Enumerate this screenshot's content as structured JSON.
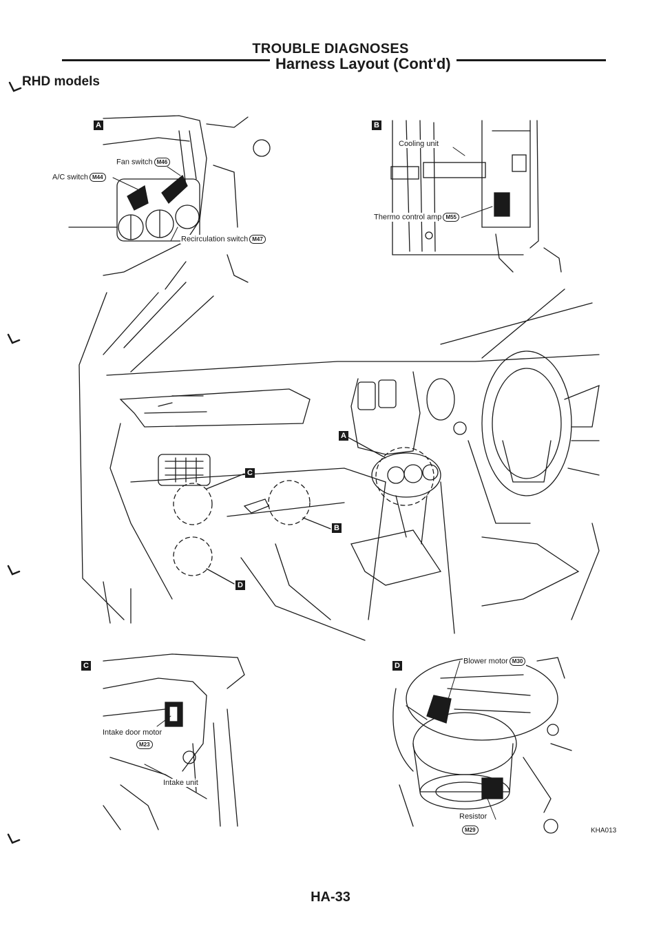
{
  "header": {
    "title": "TROUBLE DIAGNOSES",
    "subtitle": "Harness Layout (Cont'd)"
  },
  "section_label": "RHD models",
  "keys": {
    "a": "A",
    "b": "B",
    "c": "C",
    "d": "D"
  },
  "panel_a": {
    "fan_switch": "Fan switch",
    "fan_switch_conn": "M46",
    "ac_switch": "A/C switch",
    "ac_switch_conn": "M44",
    "recirc_switch": "Recirculation switch",
    "recirc_switch_conn": "M47"
  },
  "panel_b": {
    "cooling_unit": "Cooling unit",
    "thermo_amp": "Thermo control amp",
    "thermo_amp_conn": "M55"
  },
  "panel_c": {
    "intake_door_motor": "Intake door motor",
    "intake_door_motor_conn": "M23",
    "intake_unit": "Intake unit"
  },
  "panel_d": {
    "blower_motor": "Blower motor",
    "blower_motor_conn": "M30",
    "resistor": "Resistor",
    "resistor_conn": "M29"
  },
  "figure_code": "KHA013",
  "page_number": "HA-33"
}
